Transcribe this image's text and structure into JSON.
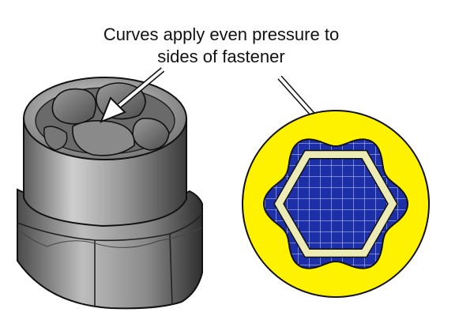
{
  "annotation": {
    "line1": "Curves apply even pressure to",
    "line2": "sides of fastener"
  },
  "colors": {
    "socket_light": "#c4c4c4",
    "socket_mid": "#8e8e8e",
    "socket_dark": "#3c3c3c",
    "ring_fill": "#fff200",
    "blue_fill": "#1d2fa6",
    "hex_outline": "#ecebb6",
    "outline": "#111111"
  },
  "icons": {
    "socket": "socket-3d-illustration",
    "cross_section": "socket-cross-section",
    "pointer": "pointer-arrow"
  }
}
